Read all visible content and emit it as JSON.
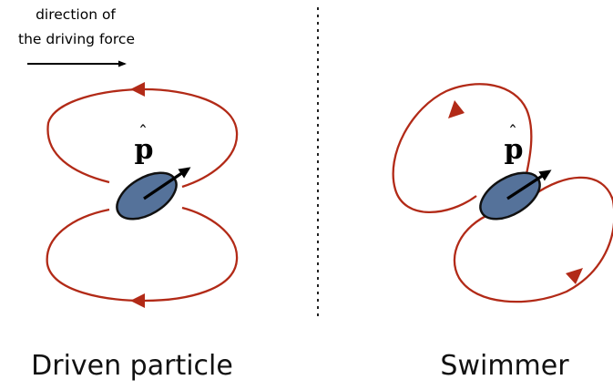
{
  "annotation": {
    "line1": "direction of",
    "line2": "the driving force"
  },
  "panels": {
    "left": {
      "caption": "Driven particle",
      "vector_label": "p",
      "vector_hat": "ˆ"
    },
    "right": {
      "caption": "Swimmer",
      "vector_label": "p",
      "vector_hat": "ˆ"
    }
  },
  "colors": {
    "flow_lines": "#b22a17",
    "particle_fill": "#55729a",
    "particle_stroke": "#111111",
    "arrow": "#000000",
    "divider": "#222222"
  }
}
